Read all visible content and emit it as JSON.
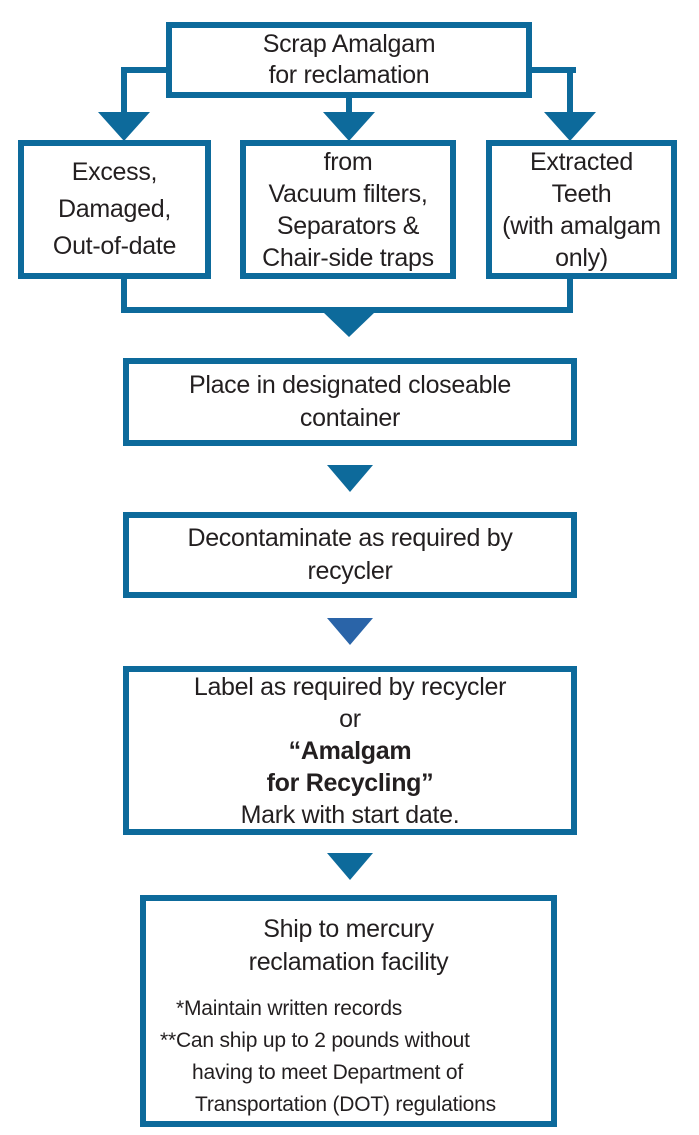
{
  "colors": {
    "primary_blue": "#0d6a9b",
    "accent_arrow_blue": "#2a64a8",
    "text": "#231f20",
    "background": "#ffffff"
  },
  "flow": {
    "scrap": {
      "lines": [
        {
          "text": "Scrap Amalgam"
        },
        {
          "text": "for reclamation"
        }
      ]
    },
    "excess": {
      "lines": [
        {
          "text": "Excess,"
        },
        {
          "text": "Damaged,"
        },
        {
          "text": "Out-of-date"
        }
      ]
    },
    "vacuum": {
      "lines": [
        {
          "text": "from"
        },
        {
          "text": "Vacuum filters,"
        },
        {
          "text": "Separators &"
        },
        {
          "text": "Chair-side traps"
        }
      ]
    },
    "teeth": {
      "lines": [
        {
          "text": "Extracted"
        },
        {
          "text": "Teeth"
        },
        {
          "text": "(with amalgam"
        },
        {
          "text": "only)"
        }
      ]
    },
    "place": {
      "lines": [
        {
          "text": "Place in designated closeable"
        },
        {
          "text": "container"
        }
      ]
    },
    "decontaminate": {
      "lines": [
        {
          "text": "Decontaminate as required by"
        },
        {
          "text": "recycler"
        }
      ]
    },
    "label": {
      "lines": [
        {
          "text": "Label as required by recycler"
        },
        {
          "text": "or"
        },
        {
          "text": "“Amalgam",
          "bold": true
        },
        {
          "text": "for Recycling”",
          "bold": true
        },
        {
          "text": "Mark with start date."
        }
      ]
    },
    "ship": {
      "title_lines": [
        {
          "text": "Ship to mercury"
        },
        {
          "text": "reclamation facility"
        }
      ],
      "note_lines": [
        {
          "text": "*Maintain written records"
        },
        {
          "text": "**Can ship up to 2 pounds without"
        },
        {
          "text": "having to meet Department of"
        },
        {
          "text": "Transportation (DOT) regulations"
        }
      ]
    }
  }
}
